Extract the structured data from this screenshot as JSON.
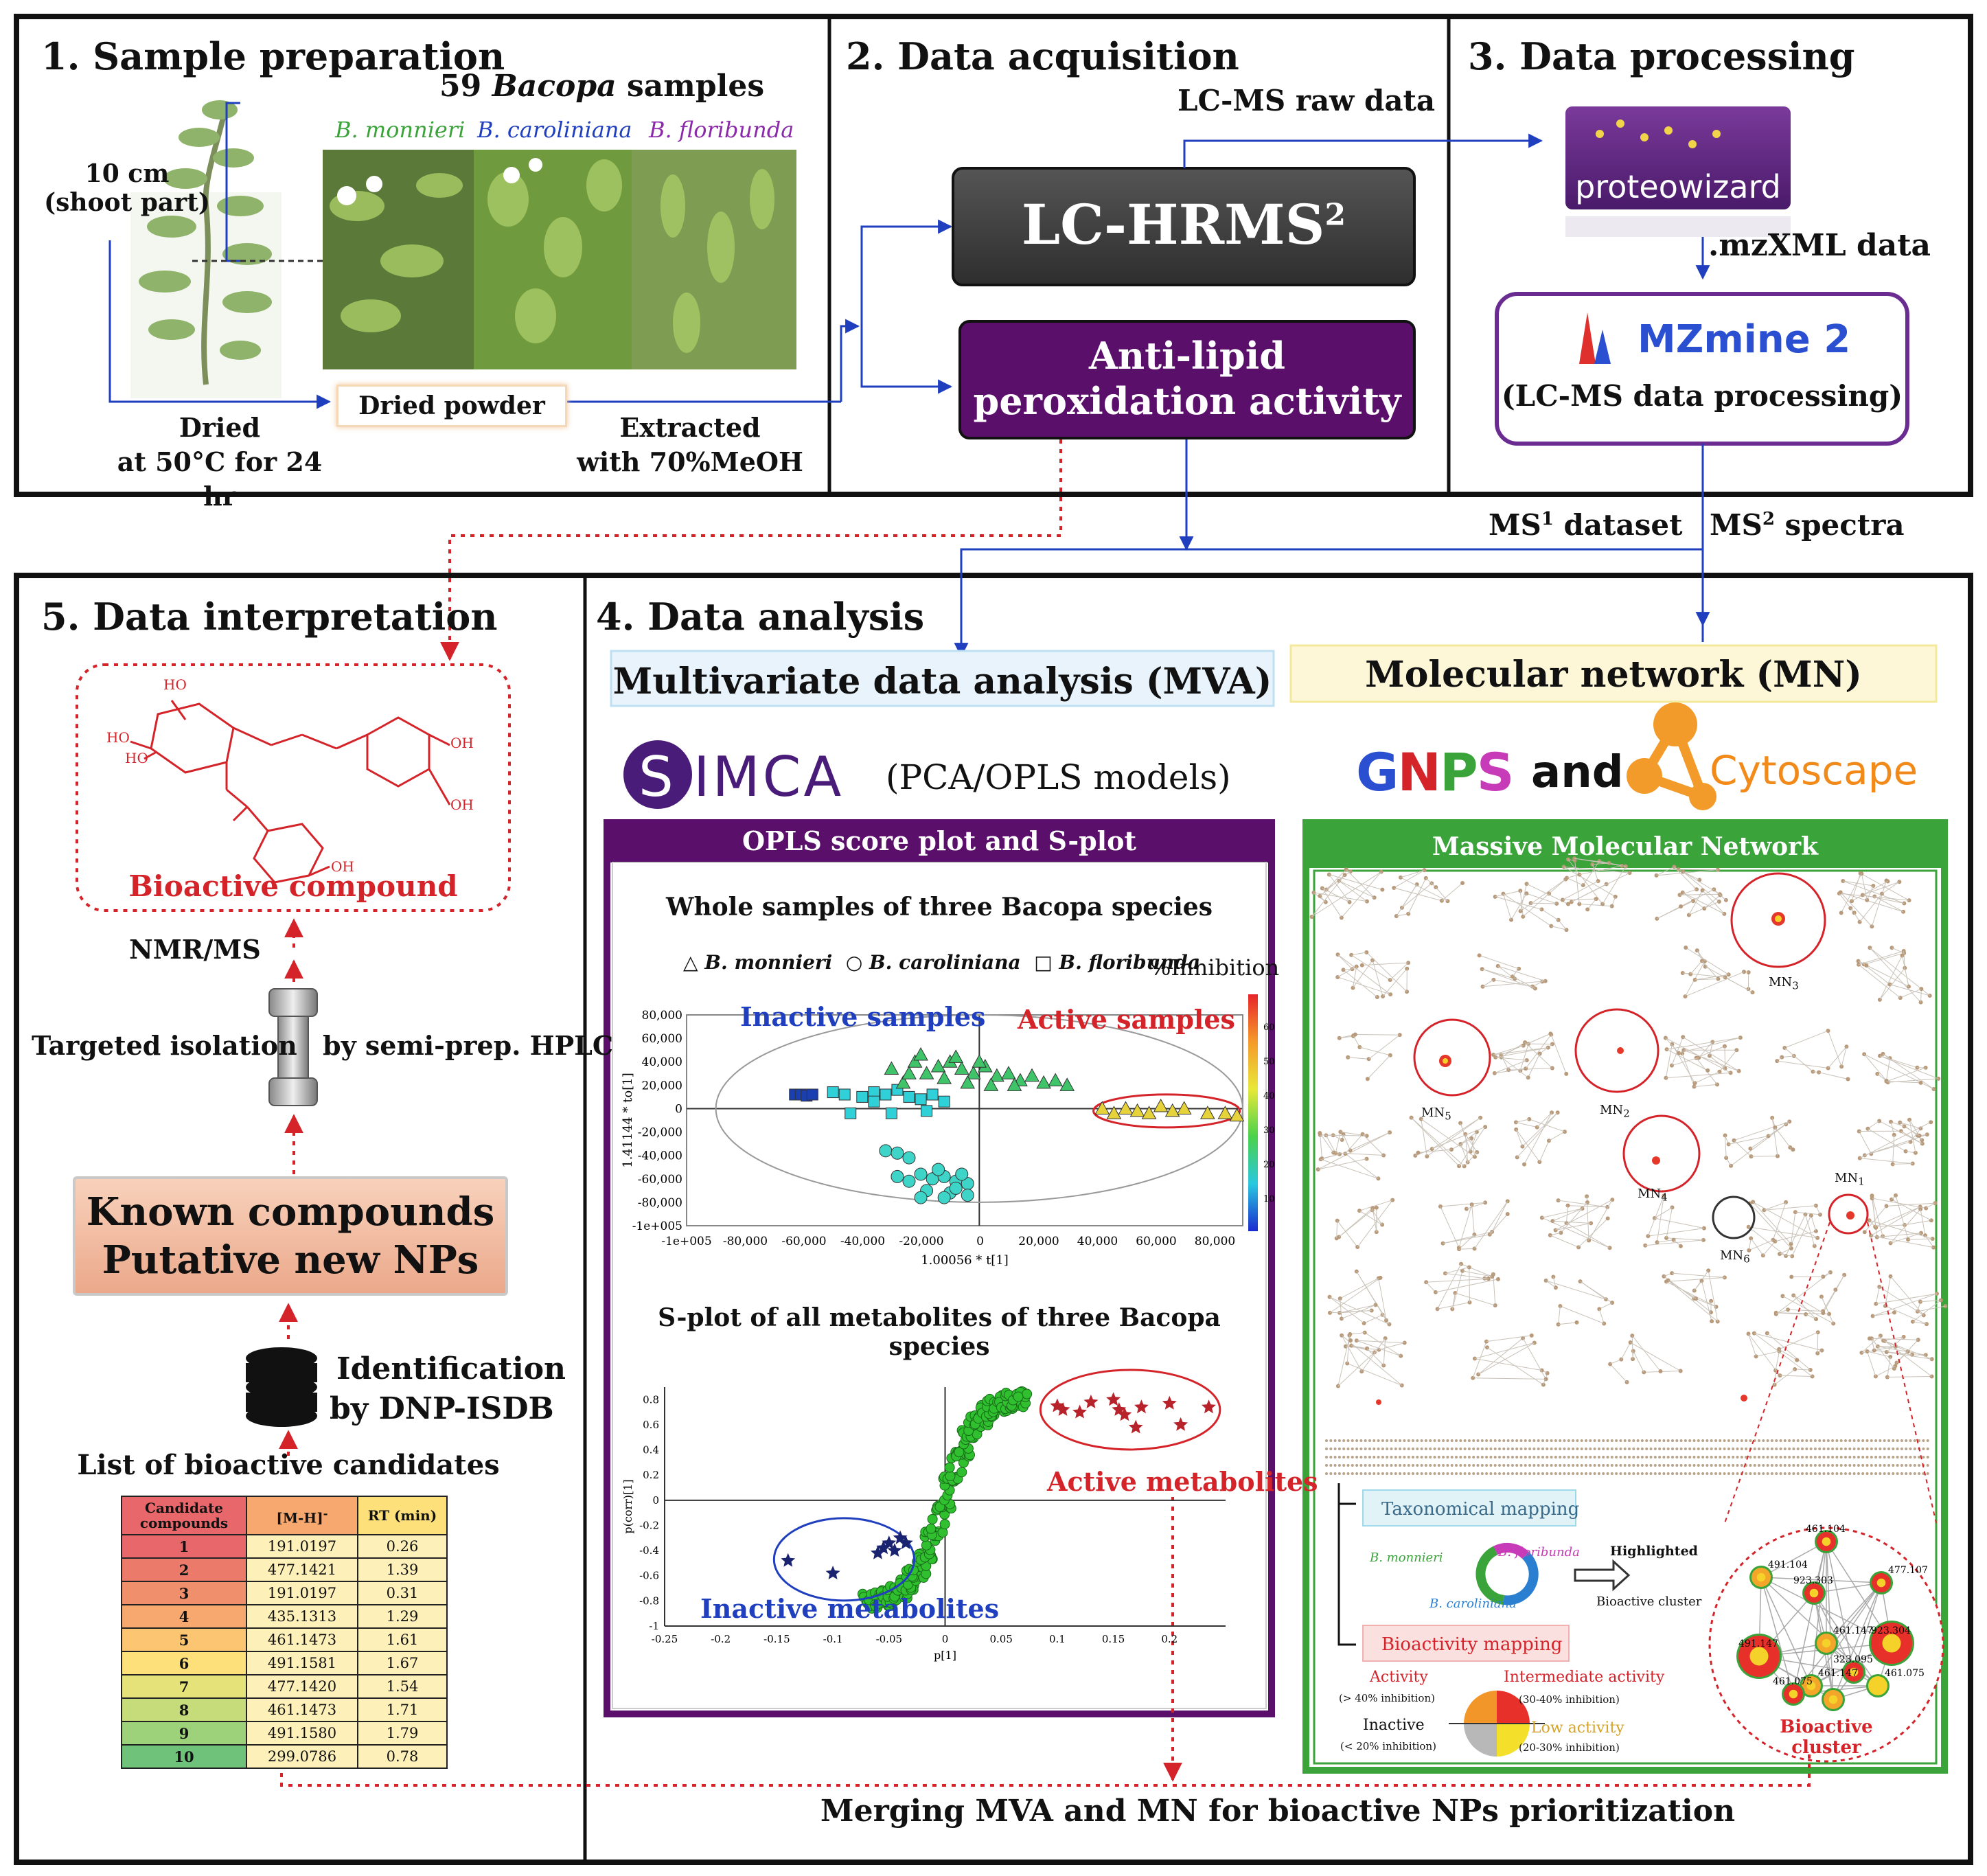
{
  "sections": {
    "s1": {
      "title": "1. Sample preparation",
      "samples_label_pre": "59 ",
      "samples_label_genus": "Bacopa",
      "samples_label_post": " samples",
      "species": [
        "B. monnieri",
        "B. caroliniana",
        "B. floribunda"
      ],
      "shoot_label_1": "10 cm",
      "shoot_label_2": "(shoot part)",
      "dried_1": "Dried",
      "dried_2": "at 50°C for 24 hr",
      "powder": "Dried powder",
      "extract_1": "Extracted",
      "extract_2": "with 70%MeOH"
    },
    "s2": {
      "title": "2. Data acquisition",
      "raw": "LC-MS raw data",
      "lchrms": "LC-HRMS",
      "lchrms_sup": "2",
      "antilipid_1": "Anti-lipid",
      "antilipid_2": "peroxidation activity"
    },
    "s3": {
      "title": "3. Data processing",
      "proteowizard": "proteowizard",
      "mzxml": ".mzXML data",
      "mzmine": "MZmine 2",
      "mzmine_sub": "(LC-MS data processing)"
    },
    "flow": {
      "ms1": "MS",
      "ms1_sup": "1",
      "ms1_post": " dataset",
      "ms2": "MS",
      "ms2_sup": "2",
      "ms2_post": " spectra"
    },
    "s4": {
      "title": "4. Data analysis",
      "mva": "Multivariate data analysis (MVA)",
      "mn": "Molecular network (MN)",
      "simca": "SIMCA",
      "simca_sub": "(PCA/OPLS models)",
      "gnps": "GNPS",
      "and": "and",
      "cytoscape": "Cytoscape",
      "opls_header": "OPLS score plot and S-plot",
      "network_header": "Massive Molecular Network",
      "merge": "Merging MVA and MN for bioactive NPs prioritization"
    },
    "s5": {
      "title": "5. Data interpretation",
      "bioactive": "Bioactive compound",
      "nmr": "NMR/MS",
      "targeted": "Targeted isolation",
      "hplc": "by semi-prep. HPLC",
      "known_1": "Known compounds",
      "known_2": "Putative new NPs",
      "ident_1": "Identification",
      "ident_2": "by DNP-ISDB",
      "list": "List of bioactive candidates"
    },
    "molecule": {
      "oh_labels": [
        "HO",
        "HO",
        "HO",
        "OH",
        "OH",
        "OH"
      ]
    }
  },
  "candidate_table": {
    "headers": [
      "Candidate compounds",
      "[M-H]",
      "RT (min)"
    ],
    "header_sup": "-",
    "rows": [
      {
        "id": "1",
        "mz": "191.0197",
        "rt": "0.26",
        "color": "#e8676b"
      },
      {
        "id": "2",
        "mz": "477.1421",
        "rt": "1.39",
        "color": "#ec7a6a"
      },
      {
        "id": "3",
        "mz": "191.0197",
        "rt": "0.31",
        "color": "#f08f6c"
      },
      {
        "id": "4",
        "mz": "435.1313",
        "rt": "1.29",
        "color": "#f6a86e"
      },
      {
        "id": "5",
        "mz": "461.1473",
        "rt": "1.61",
        "color": "#fbc572"
      },
      {
        "id": "6",
        "mz": "491.1581",
        "rt": "1.67",
        "color": "#fde07a"
      },
      {
        "id": "7",
        "mz": "477.1420",
        "rt": "1.54",
        "color": "#e6e27a"
      },
      {
        "id": "8",
        "mz": "461.1473",
        "rt": "1.71",
        "color": "#c6dc7a"
      },
      {
        "id": "9",
        "mz": "491.1580",
        "rt": "1.79",
        "color": "#9ed27a"
      },
      {
        "id": "10",
        "mz": "299.0786",
        "rt": "0.78",
        "color": "#6fc27a"
      }
    ]
  },
  "chart_data": [
    {
      "type": "scatter",
      "title": "Whole samples of three Bacopa species",
      "xlabel": "1.00056 * t[1]",
      "ylabel": "1.41144 * to[1]",
      "legend": [
        "B. monnieri",
        "B. caroliniana",
        "B. floribunda"
      ],
      "colorbar_label": "%Inhibition",
      "colorbar_ticks": [
        "60",
        "50",
        "40",
        "30",
        "20",
        "10"
      ],
      "xlim": [
        -100000,
        90000
      ],
      "ylim": [
        -100000,
        80000
      ],
      "x_ticks": [
        "-1e+005",
        "-80,000",
        "-60,000",
        "-40,000",
        "-20,000",
        "0",
        "20,000",
        "40,000",
        "60,000",
        "80,000"
      ],
      "y_ticks": [
        "80,000",
        "60,000",
        "40,000",
        "20,000",
        "0",
        "-20,000",
        "-40,000",
        "-60,000",
        "-80,000",
        "-1e+005"
      ],
      "annotations": [
        "Inactive samples",
        "Active samples"
      ],
      "series": [
        {
          "name": "B. floribunda",
          "marker": "square",
          "color": "#1a3fb0",
          "points": [
            [
              -63000,
              12000
            ],
            [
              -61000,
              12000
            ],
            [
              -59000,
              11000
            ],
            [
              -57000,
              12000
            ]
          ]
        },
        {
          "name": "B. floribunda",
          "marker": "square",
          "color": "#2fd0d8",
          "points": [
            [
              -50000,
              14000
            ],
            [
              -46000,
              12000
            ],
            [
              -40000,
              10000
            ],
            [
              -36000,
              14000
            ],
            [
              -32000,
              12000
            ],
            [
              -28000,
              16000
            ],
            [
              -24000,
              10000
            ],
            [
              -20000,
              8000
            ],
            [
              -16000,
              12000
            ],
            [
              -44000,
              -4000
            ],
            [
              -30000,
              -4000
            ],
            [
              -18000,
              -2000
            ],
            [
              -12000,
              6000
            ],
            [
              -36000,
              6000
            ]
          ]
        },
        {
          "name": "B. monnieri",
          "marker": "triangle",
          "color": "#3fc46a",
          "points": [
            [
              -30000,
              34000
            ],
            [
              -22000,
              40000
            ],
            [
              -18000,
              30000
            ],
            [
              -14000,
              36000
            ],
            [
              -10000,
              40000
            ],
            [
              -6000,
              34000
            ],
            [
              -2000,
              30000
            ],
            [
              2000,
              36000
            ],
            [
              6000,
              28000
            ],
            [
              10000,
              30000
            ],
            [
              14000,
              24000
            ],
            [
              18000,
              28000
            ],
            [
              22000,
              22000
            ],
            [
              26000,
              24000
            ],
            [
              -26000,
              22000
            ],
            [
              -12000,
              26000
            ],
            [
              -4000,
              22000
            ],
            [
              -20000,
              46000
            ],
            [
              -8000,
              44000
            ],
            [
              4000,
              20000
            ],
            [
              30000,
              20000
            ],
            [
              -24000,
              30000
            ],
            [
              0,
              40000
            ],
            [
              12000,
              20000
            ]
          ]
        },
        {
          "name": "B. monnieri",
          "marker": "triangle",
          "color": "#e6d23a",
          "points": [
            [
              42000,
              0
            ],
            [
              46000,
              -4000
            ],
            [
              50000,
              0
            ],
            [
              54000,
              -2000
            ],
            [
              58000,
              -4000
            ],
            [
              62000,
              2000
            ],
            [
              66000,
              -2000
            ],
            [
              70000,
              0
            ],
            [
              78000,
              -4000
            ],
            [
              84000,
              -4000
            ],
            [
              88000,
              -6000
            ]
          ]
        },
        {
          "name": "B. caroliniana",
          "marker": "circle",
          "color": "#3fd4c8",
          "points": [
            [
              -32000,
              -36000
            ],
            [
              -28000,
              -38000
            ],
            [
              -24000,
              -42000
            ],
            [
              -20000,
              -56000
            ],
            [
              -16000,
              -60000
            ],
            [
              -12000,
              -58000
            ],
            [
              -8000,
              -62000
            ],
            [
              -4000,
              -64000
            ],
            [
              -24000,
              -62000
            ],
            [
              -18000,
              -70000
            ],
            [
              -10000,
              -72000
            ],
            [
              -6000,
              -56000
            ],
            [
              -14000,
              -52000
            ],
            [
              -28000,
              -58000
            ],
            [
              -20000,
              -76000
            ],
            [
              -12000,
              -76000
            ],
            [
              -8000,
              -68000
            ],
            [
              -4000,
              -74000
            ]
          ]
        }
      ]
    },
    {
      "type": "scatter",
      "title": "S-plot of all metabolites of three Bacopa species",
      "xlabel": "p[1]",
      "ylabel": "p(corr)[1]",
      "xlim": [
        -0.25,
        0.25
      ],
      "ylim": [
        -1,
        0.9
      ],
      "x_ticks": [
        "-0.25",
        "-0.2",
        "-0.15",
        "-0.1",
        "-0.05",
        "0",
        "0.05",
        "0.1",
        "0.15",
        "0.2"
      ],
      "y_ticks": [
        "0.8",
        "0.6",
        "0.4",
        "0.2",
        "0",
        "-0.2",
        "-0.4",
        "-0.6",
        "-0.8",
        "-1"
      ],
      "annotations": [
        "Active metabolites",
        "Inactive metabolites"
      ],
      "series": [
        {
          "name": "Active metabolites",
          "marker": "star",
          "color": "#b8222a",
          "points": [
            [
              0.1,
              0.75
            ],
            [
              0.105,
              0.72
            ],
            [
              0.12,
              0.7
            ],
            [
              0.13,
              0.78
            ],
            [
              0.155,
              0.72
            ],
            [
              0.16,
              0.68
            ],
            [
              0.17,
              0.58
            ],
            [
              0.175,
              0.74
            ],
            [
              0.2,
              0.77
            ],
            [
              0.21,
              0.6
            ],
            [
              0.235,
              0.74
            ],
            [
              0.15,
              0.8
            ]
          ]
        },
        {
          "name": "Inactive metabolites",
          "marker": "star",
          "color": "#1a2370",
          "points": [
            [
              -0.14,
              -0.48
            ],
            [
              -0.1,
              -0.58
            ],
            [
              -0.06,
              -0.42
            ],
            [
              -0.055,
              -0.38
            ],
            [
              -0.05,
              -0.34
            ],
            [
              -0.04,
              -0.3
            ],
            [
              -0.045,
              -0.4
            ],
            [
              -0.035,
              -0.34
            ]
          ]
        }
      ]
    }
  ],
  "network": {
    "cluster_labels": [
      "MN3",
      "MN5",
      "MN2",
      "MN4",
      "MN6",
      "MN1"
    ],
    "cluster_label_prefix": "MN",
    "cluster_label_subs": [
      "3",
      "5",
      "2",
      "4",
      "6",
      "1"
    ],
    "taxonomical": "Taxonomical mapping",
    "bioactivity": "Bioactivity mapping",
    "species": [
      "B. monnieri",
      "B. floribunda",
      "B. caroliniana"
    ],
    "highlighted": "Highlighted",
    "bioactive_cluster_small": "Bioactive cluster",
    "activity": "Activity",
    "activity_sub": "(> 40% inhibition)",
    "intermediate": "Intermediate activity",
    "intermediate_sub": "(30-40% inhibition)",
    "inactive": "Inactive",
    "inactive_sub": "(< 20% inhibition)",
    "low": "Low activity",
    "low_sub": "(20-30% inhibition)",
    "bioactive_cluster": "Bioactive cluster",
    "node_labels": [
      "461.104",
      "491.104",
      "923.303",
      "477.107",
      "923.304",
      "461.147",
      "491.147",
      "461.147",
      "323.095",
      "461.075",
      "461.075"
    ]
  },
  "colors": {
    "purple": "#5a0f6b",
    "green": "#3aa33a",
    "red": "#d4242a",
    "blue": "#1f3fbf",
    "dark": "#3a3a3a"
  }
}
